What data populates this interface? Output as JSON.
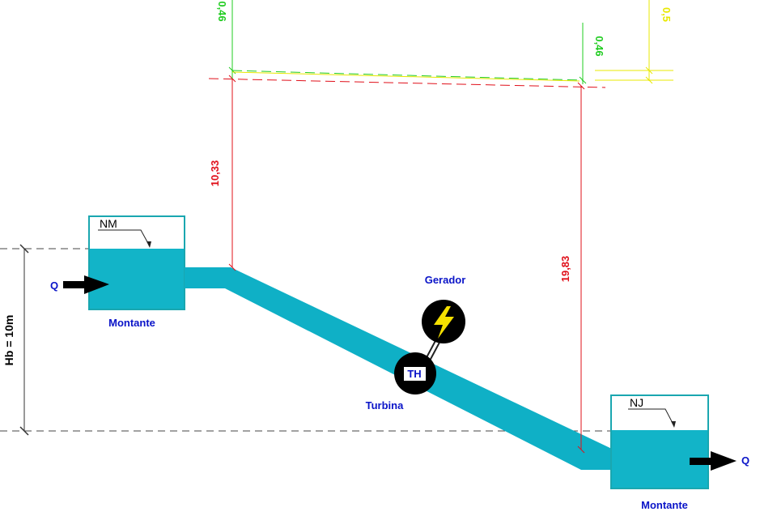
{
  "labels": {
    "nm": "NM",
    "nj": "NJ",
    "q_in": "Q",
    "q_out": "Q",
    "upstream_tank": "Montante",
    "downstream_tank": "Montante",
    "generator": "Gerador",
    "turbine": "Turbina",
    "turbine_symbol": "TH",
    "gross_head": "Hb = 10m"
  },
  "dimensions": {
    "left_vertical": "10,33",
    "right_vertical": "19,83",
    "green_left": "0,46",
    "green_right": "0,46",
    "yellow_right": "0,5"
  },
  "colors": {
    "water": "#12b4c8",
    "pipe": "#0fb0c6",
    "tank_outline": "#1aa7b0",
    "label_blue": "#0a14c8",
    "dimension_red": "#e0101a",
    "dimension_green": "#22cc22",
    "dimension_yellow": "#e8e800",
    "lightning": "#f5e000"
  },
  "icons": {
    "generator": "lightning-bolt-icon",
    "flow_in": "arrow-right-icon",
    "flow_out": "arrow-right-icon"
  }
}
